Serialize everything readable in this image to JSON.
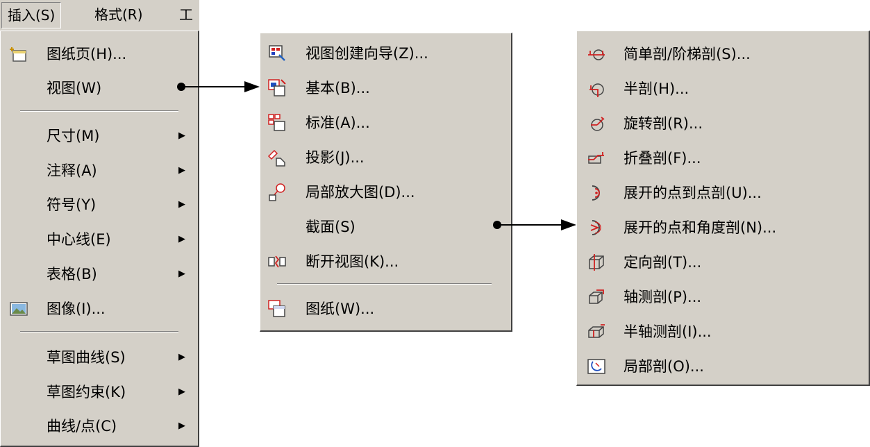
{
  "menubar": {
    "items": [
      "插入(S)",
      "格式(R)",
      "工"
    ]
  },
  "main_menu": {
    "items": [
      {
        "label": "图纸页(H)...",
        "icon": "sheet-icon"
      },
      {
        "label": "视图(W)"
      },
      {
        "label": "尺寸(M)",
        "submenu": true
      },
      {
        "label": "注释(A)",
        "submenu": true
      },
      {
        "label": "符号(Y)",
        "submenu": true
      },
      {
        "label": "中心线(E)",
        "submenu": true
      },
      {
        "label": "表格(B)",
        "submenu": true
      },
      {
        "label": "图像(I)...",
        "icon": "image-icon"
      },
      {
        "label": "草图曲线(S)",
        "submenu": true
      },
      {
        "label": "草图约束(K)",
        "submenu": true
      },
      {
        "label": "曲线/点(C)",
        "submenu": true
      }
    ]
  },
  "view_menu": {
    "items": [
      {
        "label": "视图创建向导(Z)...",
        "icon": "view-wizard-icon"
      },
      {
        "label": "基本(B)...",
        "icon": "base-view-icon"
      },
      {
        "label": "标准(A)...",
        "icon": "standard-views-icon"
      },
      {
        "label": "投影(J)...",
        "icon": "projected-view-icon"
      },
      {
        "label": "局部放大图(D)...",
        "icon": "detail-view-icon"
      },
      {
        "label": "截面(S)"
      },
      {
        "label": "断开视图(K)...",
        "icon": "break-view-icon"
      },
      {
        "label": "图纸(W)...",
        "icon": "drawing-sheet-icon"
      }
    ]
  },
  "section_menu": {
    "items": [
      {
        "label": "简单剖/阶梯剖(S)...",
        "icon": "simple-section-icon"
      },
      {
        "label": "半剖(H)...",
        "icon": "half-section-icon"
      },
      {
        "label": "旋转剖(R)...",
        "icon": "revolved-section-icon"
      },
      {
        "label": "折叠剖(F)...",
        "icon": "folded-section-icon"
      },
      {
        "label": "展开的点到点剖(U)...",
        "icon": "unfolded-point-section-icon"
      },
      {
        "label": "展开的点和角度剖(N)...",
        "icon": "unfolded-angle-section-icon"
      },
      {
        "label": "定向剖(T)...",
        "icon": "oriented-section-icon"
      },
      {
        "label": "轴测剖(P)...",
        "icon": "pictorial-section-icon"
      },
      {
        "label": "半轴测剖(I)...",
        "icon": "half-pictorial-section-icon"
      },
      {
        "label": "局部剖(O)...",
        "icon": "break-out-section-icon"
      }
    ]
  }
}
